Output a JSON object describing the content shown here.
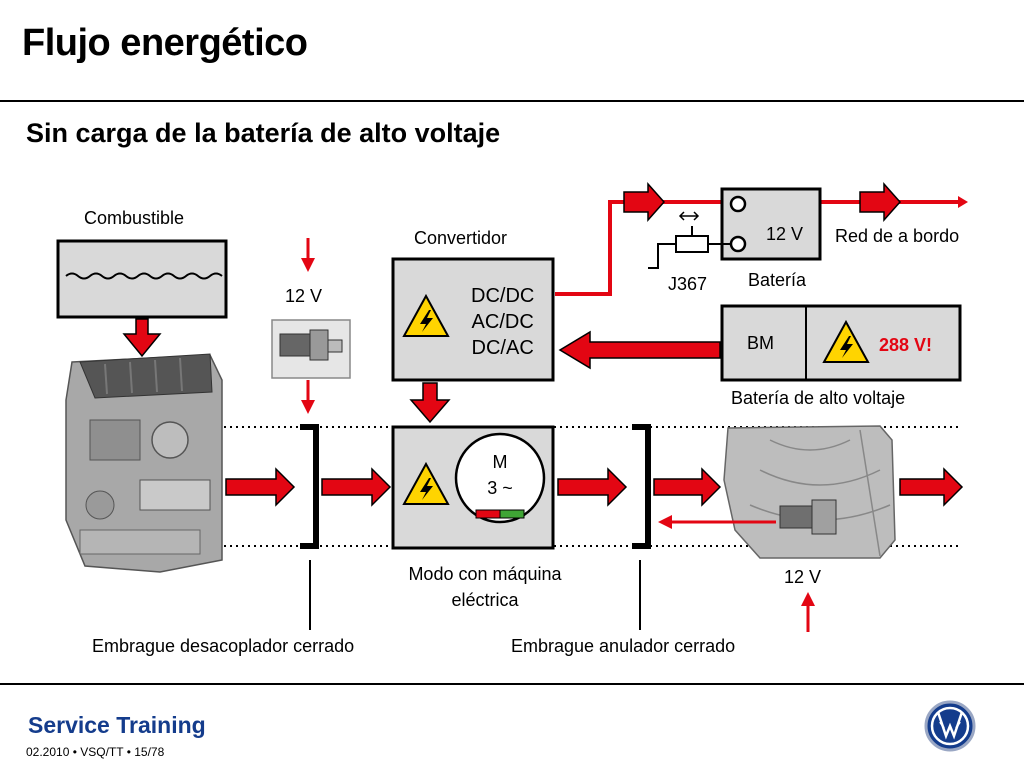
{
  "header": {
    "title": "Flujo energético",
    "subtitle": "Sin carga de la batería de alto voltaje"
  },
  "diagram": {
    "fuel_label": "Combustible",
    "starter_voltage_label": "12 V",
    "converter_label": "Convertidor",
    "converter_lines": [
      "DC/DC",
      "AC/DC",
      "DC/AC"
    ],
    "battery_12v_voltage": "12 V",
    "battery_12v_label": "Batería",
    "relay_label": "J367",
    "onboard_network_label": "Red de a bordo",
    "hv_battery_bm": "BM",
    "hv_battery_warning": "288 V!",
    "hv_battery_label": "Batería de alto voltaje",
    "motor_label_line1": "M",
    "motor_label_line2": "3 ~",
    "motor_mode_line1": "Modo con máquina",
    "motor_mode_line2": "eléctrica",
    "gearbox_voltage_label": "12 V",
    "clutch_left_label": "Embrague desacoplador cerrado",
    "clutch_right_label": "Embrague anulador cerrado",
    "colors": {
      "arrow_red": "#e30613",
      "box_gray": "#d9d9d9",
      "warning_yellow": "#ffd400",
      "brand_blue": "#143c8c"
    }
  },
  "footer": {
    "brand": "Service Training",
    "meta": "02.2010 • VSQ/TT • 15/78",
    "logo": "vw-logo"
  }
}
